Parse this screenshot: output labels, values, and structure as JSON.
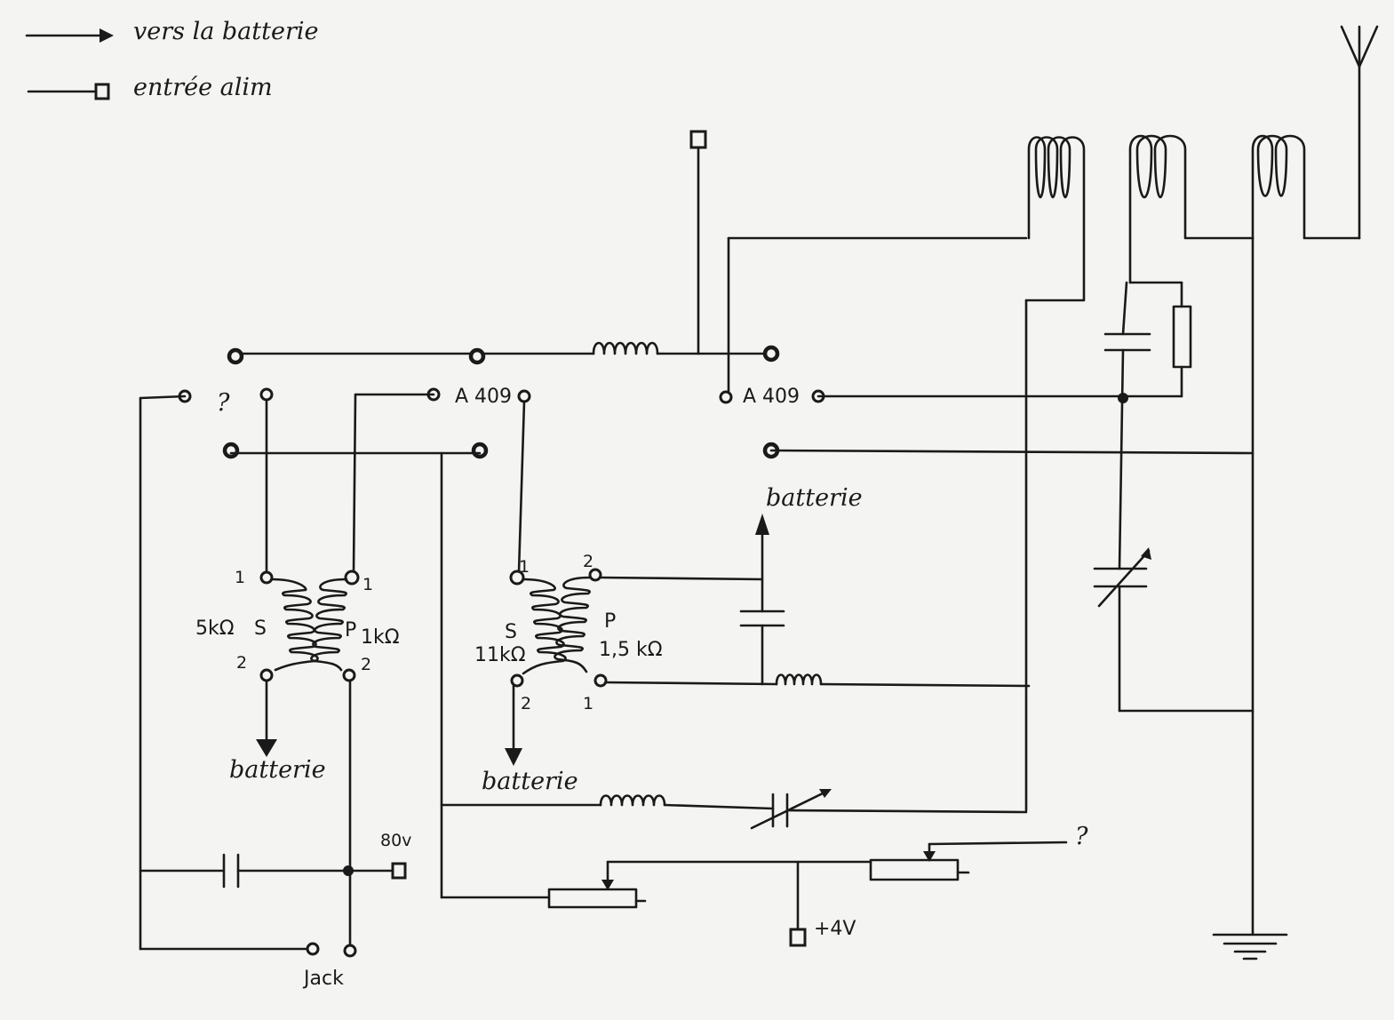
{
  "legend": {
    "battery_arrow_label": "vers la batterie",
    "power_input_label": "entrée alim"
  },
  "tubes": {
    "left": "A 409",
    "right": "A 409"
  },
  "unknown_marks": {
    "left_pin": "?",
    "potentiometer": "?"
  },
  "transformer_1": {
    "s_label": "S",
    "s_value": "5kΩ",
    "p_label": "P",
    "p_value": "1kΩ",
    "pin_s1": "1",
    "pin_s2": "2",
    "pin_p1": "1",
    "pin_p2": "2"
  },
  "transformer_2": {
    "s_label": "S",
    "s_value": "11kΩ",
    "p_label": "P",
    "p_value": "1,5 kΩ",
    "pin_s1": "1",
    "pin_s2": "2",
    "pin_p1": "1",
    "pin_p2": "2"
  },
  "battery_labels": {
    "t1": "batterie",
    "t2": "batterie",
    "cap": "batterie"
  },
  "voltages": {
    "hv": "80v",
    "low": "+4V"
  },
  "jack_label": "Jack",
  "colors": {
    "ink": "#1a1a1a",
    "paper": "#f4f4f2"
  }
}
